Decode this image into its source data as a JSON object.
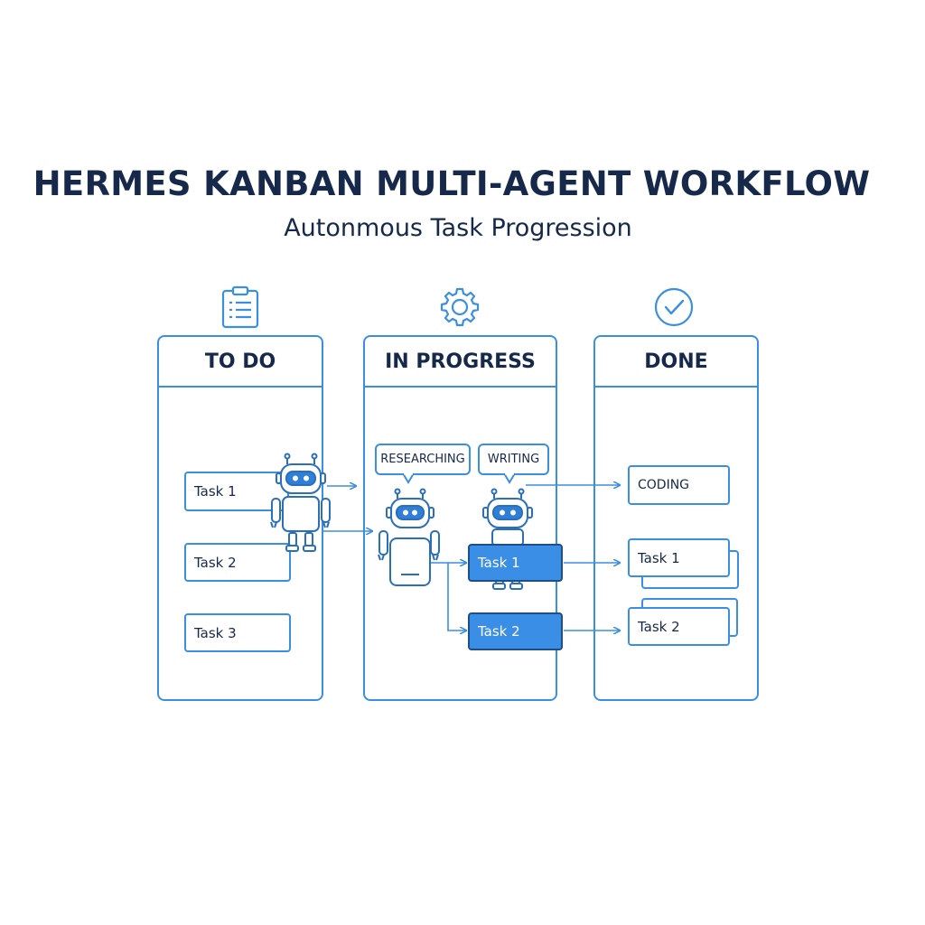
{
  "title": "HERMES KANBAN MULTI-AGENT WORKFLOW",
  "subtitle": "Autonmous Task Progression",
  "columns": {
    "todo": {
      "label": "TO DO",
      "icon": "clipboard-icon"
    },
    "progress": {
      "label": "IN PROGRESS",
      "icon": "gear-icon"
    },
    "done": {
      "label": "DONE",
      "icon": "check-circle-icon"
    }
  },
  "todo_cards": [
    "Task 1",
    "Task 2",
    "Task 3"
  ],
  "bubbles": {
    "researching": "RESEARCHING",
    "writing": "WRITING"
  },
  "progress_cards": [
    "Task 1",
    "Task 2"
  ],
  "done_cards": [
    "CODING",
    "Task 1",
    "Task 2"
  ],
  "colors": {
    "accent": "#3b8fe0",
    "active_card": "#3a8ee6",
    "text": "#17294a"
  }
}
